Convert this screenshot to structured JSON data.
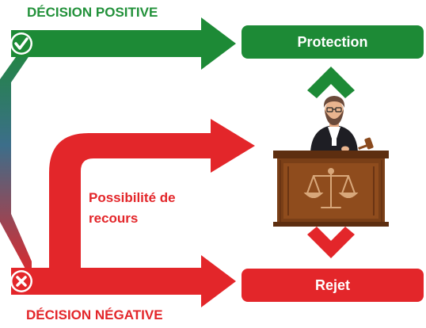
{
  "decisions": {
    "positive_label": "DÉCISION POSITIVE",
    "negative_label": "DÉCISION NÉGATIVE",
    "recours_label": "Possibilité de recours"
  },
  "outcomes": {
    "protection": "Protection",
    "rejet": "Rejet"
  },
  "colors": {
    "green": "#1d8a36",
    "red": "#e3262a",
    "wood": "#7a3f17"
  },
  "icons": [
    "check-icon",
    "cross-icon",
    "judge-icon",
    "scales-icon",
    "gavel-icon",
    "chevron-up-icon",
    "chevron-down-icon"
  ]
}
